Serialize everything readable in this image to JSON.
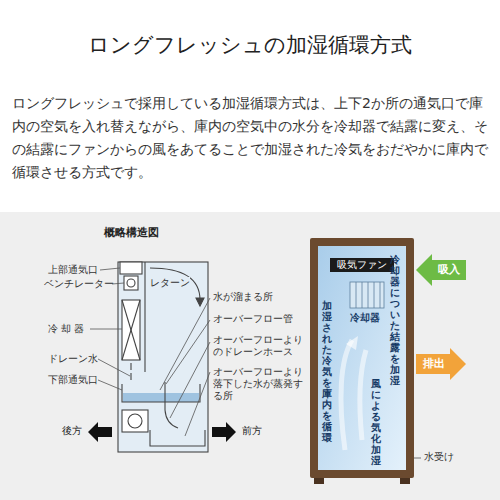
{
  "diagram": {
    "title": "ロングフレッシュの加湿循環方式",
    "labels": [
      "ロングフレッシュで採用している加湿循環方式は、上下2か所の通気口で庫内の空気を入れ替えながら、庫内の空気中の水分を冷却器で結露に変え、その結露にファンからの風をあてることで加湿された冷気をおだやかに庫内で循環させる方式です。",
      "概略構造図",
      "上部通気口",
      "ベンチレーター",
      "冷 却 器",
      "ドレーン水",
      "下部通気口",
      "レターン",
      "水が溜まる所",
      "オーバーフロー管",
      "オーバーフローよりのドレーンホース",
      "オーバーフローより落下した水が蒸発する所",
      "後方",
      "前方",
      "吸気ファン",
      "吸入",
      "排出",
      "冷却器",
      "加湿された冷気を庫内を循環",
      "冷却器についた結露を加湿",
      "風による気化加湿",
      "水受け"
    ]
  }
}
